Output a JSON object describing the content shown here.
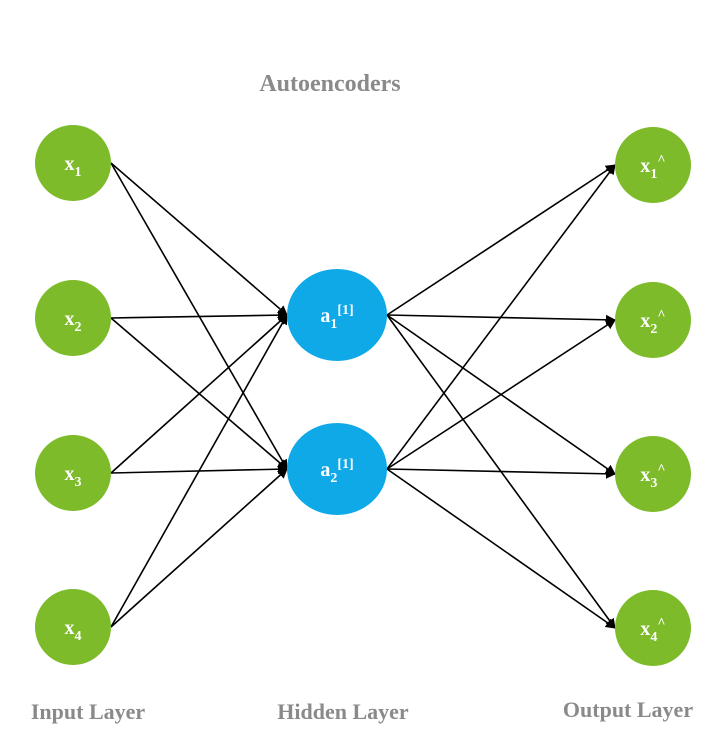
{
  "diagram": {
    "title": "Autoencoders",
    "layers": {
      "input": {
        "label": "Input Layer",
        "nodes": [
          {
            "base": "x",
            "sub": "1",
            "sup": ""
          },
          {
            "base": "x",
            "sub": "2",
            "sup": ""
          },
          {
            "base": "x",
            "sub": "3",
            "sup": ""
          },
          {
            "base": "x",
            "sub": "4",
            "sup": ""
          }
        ]
      },
      "hidden": {
        "label": "Hidden Layer",
        "nodes": [
          {
            "base": "a",
            "sub": "1",
            "sup": "[1]"
          },
          {
            "base": "a",
            "sub": "2",
            "sup": "[1]"
          }
        ]
      },
      "output": {
        "label": "Output Layer",
        "nodes": [
          {
            "base": "x",
            "sub": "1",
            "sup": "^"
          },
          {
            "base": "x",
            "sub": "2",
            "sup": "^"
          },
          {
            "base": "x",
            "sub": "3",
            "sup": "^"
          },
          {
            "base": "x",
            "sub": "4",
            "sup": "^"
          }
        ]
      }
    },
    "colors": {
      "input_node": "#7dbb2a",
      "hidden_node": "#10a9e8",
      "output_node": "#7dbb2a",
      "edge": "#000000",
      "label_text": "#8a8a8a",
      "node_text": "#ffffff"
    }
  }
}
